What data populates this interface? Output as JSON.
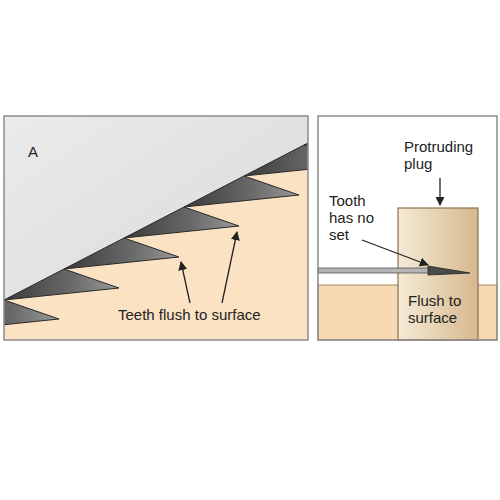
{
  "diagram": {
    "labels": [
      "A",
      "Teeth flush to surface",
      "Tooth has no set",
      "Protruding plug",
      "Flush to surface"
    ]
  }
}
